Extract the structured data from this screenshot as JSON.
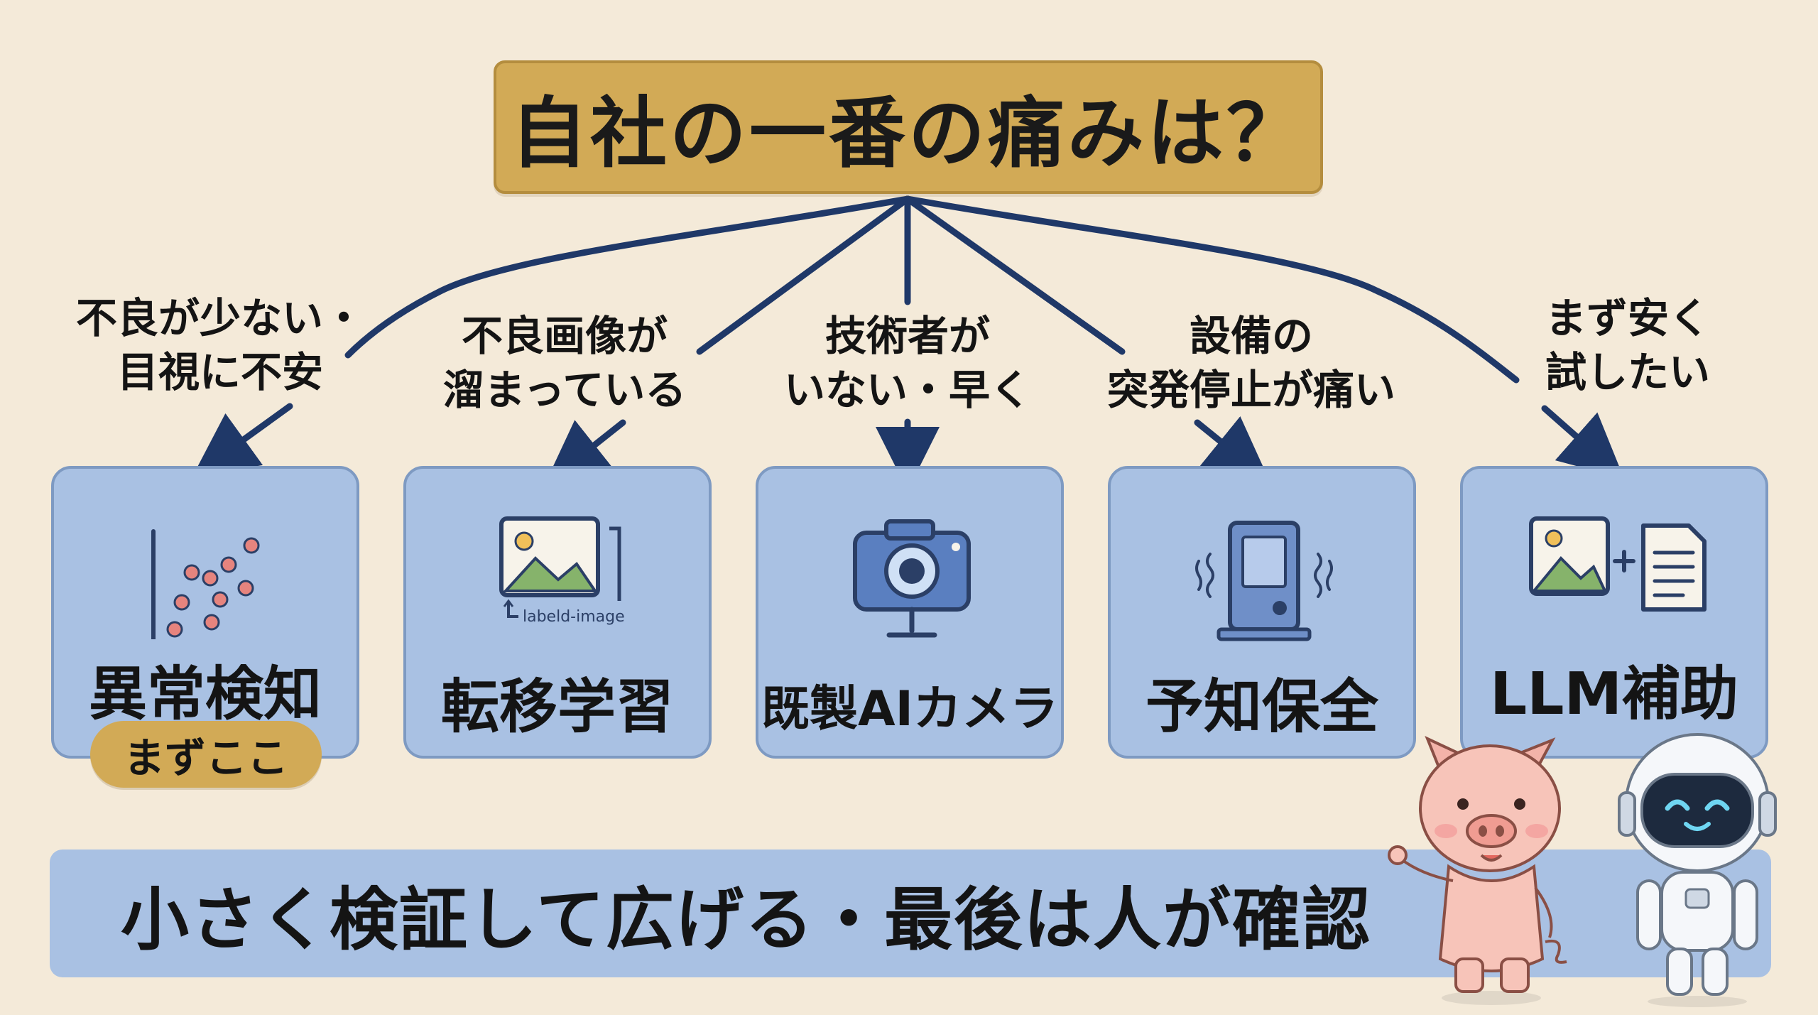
{
  "title": "自社の一番の痛みは？",
  "branches": [
    {
      "condition_lines": [
        "不良が少ない・",
        "目視に不安"
      ],
      "label": "異常検知",
      "icon": "scatter-plot-icon"
    },
    {
      "condition_lines": [
        "不良画像が",
        "溜まっている"
      ],
      "label": "転移学習",
      "icon": "labeled-image-icon",
      "icon_caption": "labeld-image"
    },
    {
      "condition_lines": [
        "技術者が",
        "いない・早く"
      ],
      "label": "既製AIカメラ",
      "icon": "camera-icon"
    },
    {
      "condition_lines": [
        "設備の",
        "突発停止が痛い"
      ],
      "label": "予知保全",
      "icon": "vibrating-machine-icon"
    },
    {
      "condition_lines": [
        "まず安く",
        "試したい"
      ],
      "label": "LLM補助",
      "icon": "image-plus-document-icon"
    }
  ],
  "start_badge": "まずここ",
  "bottom_message": "小さく検証して広げる・最後は人が確認",
  "colors": {
    "background": "#f4ead9",
    "title_fill": "#d2aa56",
    "card_fill": "#a9c1e3",
    "arrow": "#1f3868"
  },
  "mascots": [
    "pig-mascot-icon",
    "robot-mascot-icon"
  ]
}
